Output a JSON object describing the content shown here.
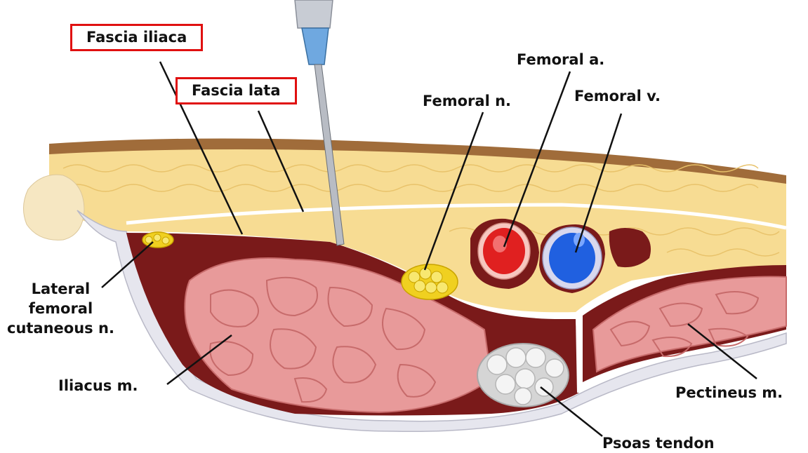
{
  "labels": {
    "fascia_iliaca": "Fascia iliaca",
    "fascia_lata": "Fascia lata",
    "femoral_nerve": "Femoral n.",
    "femoral_artery": "Femoral a.",
    "femoral_vein": "Femoral v.",
    "lateral_femoral_cutaneous_nerve": "Lateral\nfemoral\ncutaneous n.",
    "iliacus_muscle": "Iliacus m.",
    "pectineus_muscle": "Pectineus m.",
    "psoas_tendon": "Psoas tendon"
  },
  "highlight_color": "#e01010",
  "colors": {
    "skin": "#a06c3a",
    "fat": "#f7dc93",
    "muscle": "#e89a9a",
    "compartment": "#7a1a1a",
    "artery": "#e02020",
    "vein": "#2060e0",
    "nerve": "#f0d020",
    "tendon": "#e8e8e8"
  }
}
